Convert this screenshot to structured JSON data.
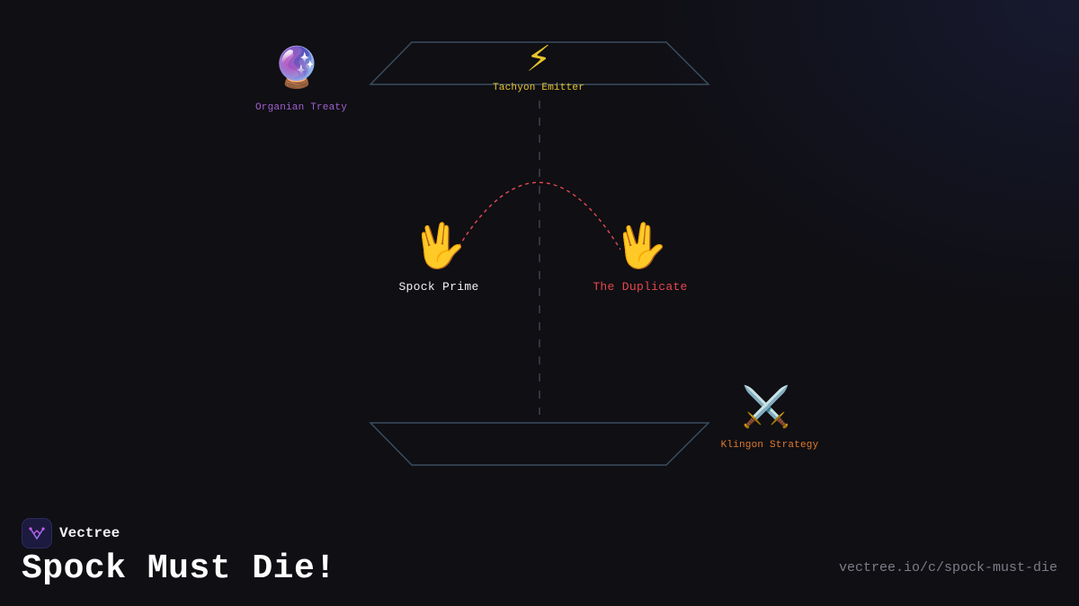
{
  "diagram": {
    "nodes": {
      "organian": {
        "icon": "🔮",
        "icon_name": "crystal-ball-icon",
        "label": "Organian Treaty",
        "color": "#a35fd0"
      },
      "tachyon": {
        "icon": "⚡",
        "icon_name": "lightning-icon",
        "label": "Tachyon Emitter",
        "color": "#e8c42a"
      },
      "spock_prime": {
        "icon": "🖖",
        "icon_name": "vulcan-salute-icon",
        "label": "Spock Prime",
        "color": "#f2f2f5"
      },
      "duplicate": {
        "icon": "🖖",
        "icon_name": "vulcan-salute-icon",
        "label": "The Duplicate",
        "color": "#e5484d"
      },
      "klingon": {
        "icon": "⚔️",
        "icon_name": "crossed-swords-icon",
        "label": "Klingon Strategy",
        "color": "#e07a2b"
      }
    },
    "colors": {
      "panel_outline": "#3a4d5e",
      "divider": "#4a4f5a",
      "arc": "#e5484d",
      "duplicate_hand": "#2fe08a"
    }
  },
  "footer": {
    "brand_name": "Vectree",
    "title": "Spock Must Die!",
    "url": "vectree.io/c/spock-must-die"
  }
}
